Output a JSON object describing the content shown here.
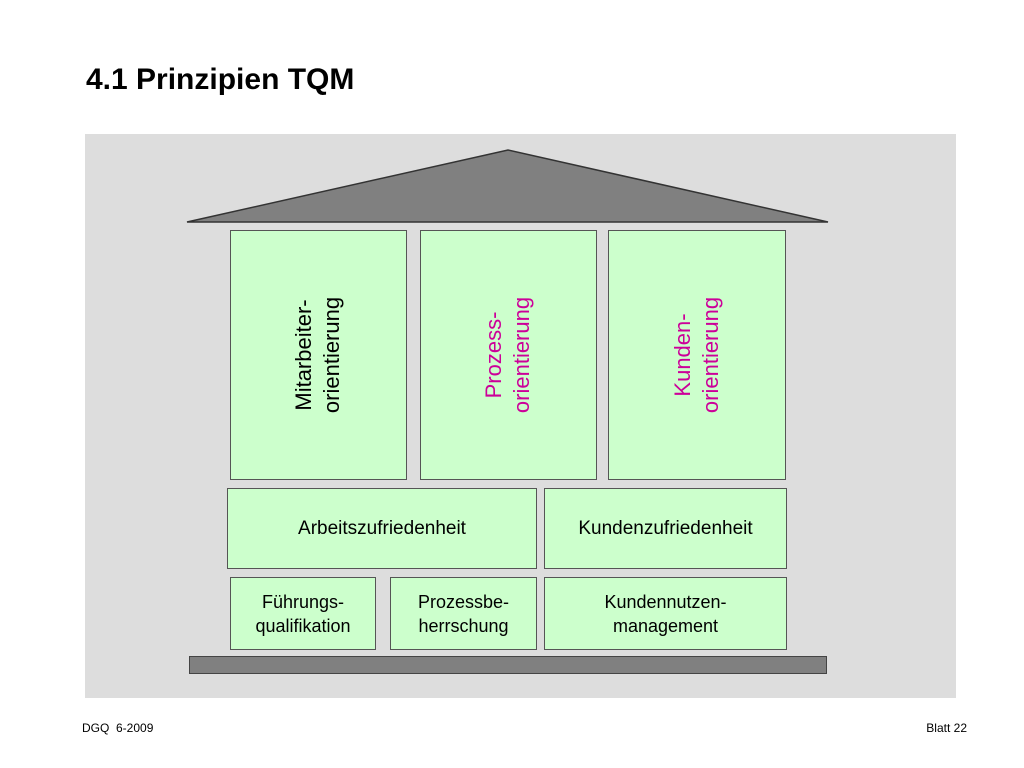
{
  "title": "4.1 Prinzipien TQM",
  "colors": {
    "panel_background": "#dddddd",
    "roof": "#808080",
    "box_fill": "#ccffcc",
    "text_dark": "#000000",
    "text_accent": "#cc0099"
  },
  "pillars": [
    {
      "line1": "Mitarbeiter-",
      "line2": "orientierung",
      "color": "#000000"
    },
    {
      "line1": "Prozess-",
      "line2": "orientierung",
      "color": "#cc0099"
    },
    {
      "line1": "Kunden-",
      "line2": "orientierung",
      "color": "#cc0099"
    }
  ],
  "satisfaction_row": [
    {
      "label": "Arbeitszufriedenheit"
    },
    {
      "label": "Kundenzufriedenheit"
    }
  ],
  "foundation_row": [
    {
      "line1": "Führungs-",
      "line2": "qualifikation"
    },
    {
      "line1": "Prozessbe-",
      "line2": "herrschung"
    },
    {
      "line1": "Kundennutzen-",
      "line2": "management"
    }
  ],
  "footer": {
    "left": "DGQ  6-2009",
    "right": "Blatt 22"
  }
}
